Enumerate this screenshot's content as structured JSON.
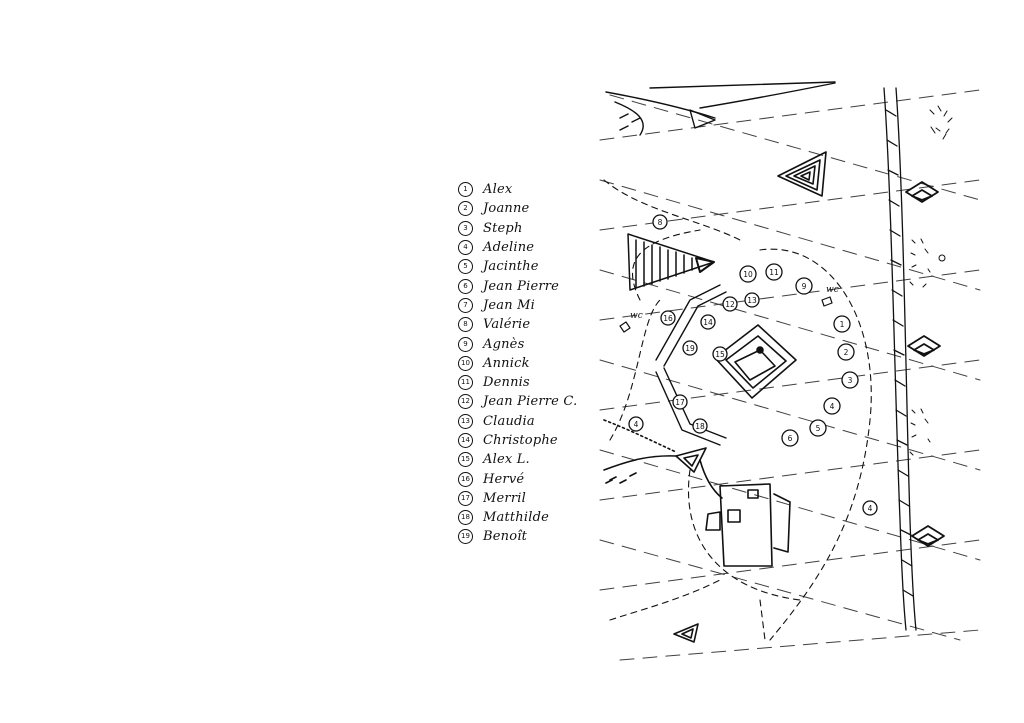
{
  "legend": {
    "items": [
      {
        "num": "1",
        "name": "Alex"
      },
      {
        "num": "2",
        "name": "Joanne"
      },
      {
        "num": "3",
        "name": "Steph"
      },
      {
        "num": "4",
        "name": "Adeline"
      },
      {
        "num": "5",
        "name": "Jacinthe"
      },
      {
        "num": "6",
        "name": "Jean Pierre"
      },
      {
        "num": "7",
        "name": "Jean Mi"
      },
      {
        "num": "8",
        "name": "Valérie"
      },
      {
        "num": "9",
        "name": "Agnès"
      },
      {
        "num": "10",
        "name": "Annick"
      },
      {
        "num": "11",
        "name": "Dennis"
      },
      {
        "num": "12",
        "name": "Jean Pierre C."
      },
      {
        "num": "13",
        "name": "Claudia"
      },
      {
        "num": "14",
        "name": "Christophe"
      },
      {
        "num": "15",
        "name": "Alex L."
      },
      {
        "num": "16",
        "name": "Hervé"
      },
      {
        "num": "17",
        "name": "Merril"
      },
      {
        "num": "18",
        "name": "Matthilde"
      },
      {
        "num": "19",
        "name": "Benoît"
      }
    ]
  },
  "map": {
    "annotations": {
      "wc_left": "wc",
      "wc_right": "wc"
    },
    "outer_seats": [
      "10",
      "11",
      "9",
      "1",
      "2",
      "3",
      "4",
      "5",
      "6"
    ],
    "inner_seats": [
      "12",
      "13",
      "14",
      "15",
      "16",
      "17",
      "18",
      "19"
    ],
    "stray_markers": [
      "8",
      "4",
      "4"
    ]
  }
}
